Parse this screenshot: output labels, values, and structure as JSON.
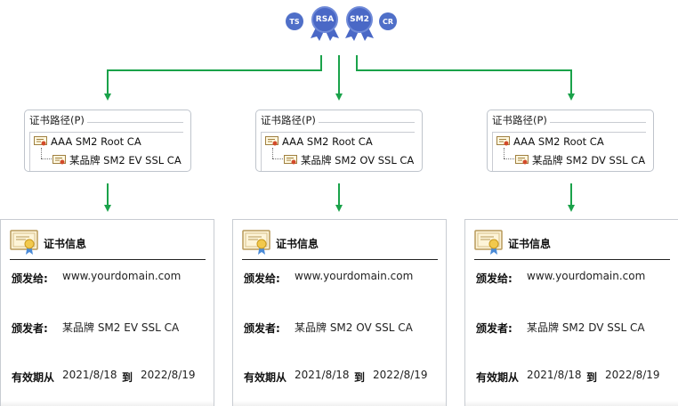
{
  "badges": {
    "ts": "TS",
    "rsa": "RSA",
    "sm2": "SM2",
    "cr": "CR"
  },
  "colors": {
    "arrow": "#1aa24a",
    "badge": "#4a68c6"
  },
  "paths": [
    {
      "title": "证书路径(P)",
      "root": "AAA SM2 Root CA",
      "leaf": "某品牌 SM2 EV SSL CA"
    },
    {
      "title": "证书路径(P)",
      "root": "AAA SM2 Root CA",
      "leaf": "某品牌 SM2 OV SSL CA"
    },
    {
      "title": "证书路径(P)",
      "root": "AAA SM2 Root CA",
      "leaf": "某品牌 SM2 DV SSL CA"
    }
  ],
  "certs": [
    {
      "title": "证书信息",
      "issued_to_label": "颁发给:",
      "issued_to": "www.yourdomain.com",
      "issued_by_label": "颁发者:",
      "issued_by": "某品牌 SM2 EV SSL CA",
      "validity_label": "有效期从",
      "from": "2021/8/18",
      "to_label": "到",
      "to": "2022/8/19"
    },
    {
      "title": "证书信息",
      "issued_to_label": "颁发给:",
      "issued_to": "www.yourdomain.com",
      "issued_by_label": "颁发者:",
      "issued_by": "某品牌 SM2 OV SSL CA",
      "validity_label": "有效期从",
      "from": "2021/8/18",
      "to_label": "到",
      "to": "2022/8/19"
    },
    {
      "title": "证书信息",
      "issued_to_label": "颁发给:",
      "issued_to": "www.yourdomain.com",
      "issued_by_label": "颁发者:",
      "issued_by": "某品牌 SM2 DV SSL CA",
      "validity_label": "有效期从",
      "from": "2021/8/18",
      "to_label": "到",
      "to": "2022/8/19"
    }
  ]
}
